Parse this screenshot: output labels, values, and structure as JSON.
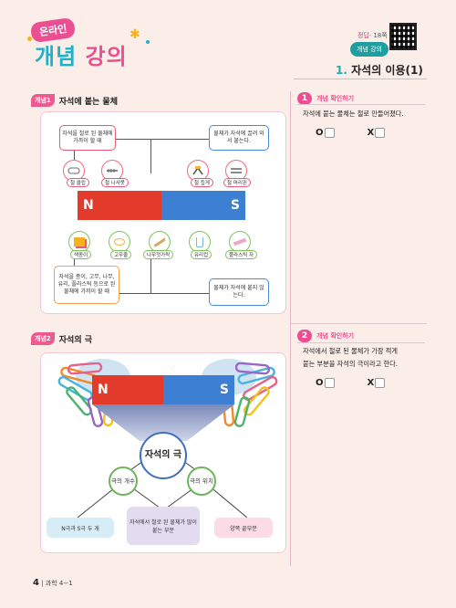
{
  "header": {
    "badge": "온라인",
    "title_main": "개념",
    "title_sub": "강의",
    "answer_label": "정답",
    "answer_page": "· 18쪽",
    "lecture_label": "개념 강의",
    "section_num": "1.",
    "section_title": "자석의 이용(1)"
  },
  "concept1": {
    "tag": "개념1",
    "title": "자석에 붙는 물체",
    "box_top_left": "자석을 철로 된 물체에 가까이 할 때",
    "box_top_right": "물체가 자석에 끌려 와서 붙는다.",
    "attracted": [
      "철 클립",
      "철 나사못",
      "철 집게",
      "철 머리핀"
    ],
    "not_attracted": [
      "색종이",
      "고무줄",
      "나무젓가락",
      "유리컵",
      "플라스틱 자"
    ],
    "box_bottom_left": "자석을 종이, 고무, 나무, 유리, 플라스틱 등으로 된 물체에 가까이 할 때",
    "box_bottom_right": "물체가 자석에 붙지 않는다.",
    "pole_n": "N",
    "pole_s": "S"
  },
  "concept2": {
    "tag": "개념2",
    "title": "자석의 극",
    "pole_n": "N",
    "pole_s": "S",
    "center": "자석의 극",
    "left_circle": "극의 개수",
    "right_circle": "극의 위치",
    "box_left": "N극과 S극 두 개",
    "box_center": "자석에서 철로 된 물체가 많이 붙는 부분",
    "box_right": "양쪽 끝부분"
  },
  "check": {
    "title": "개념 확인하기",
    "q1_num": "1",
    "q1_text": "자석에 붙는 물체는 철로 만들어졌다.",
    "q2_num": "2",
    "q2_text_1": "자석에서 철로 된 물체가 가장 적게",
    "q2_text_2": "붙는 부분을 자석의 극이라고 한다.",
    "o": "O",
    "x": "X"
  },
  "footer": {
    "page": "4",
    "subject": "과학 4−1"
  }
}
